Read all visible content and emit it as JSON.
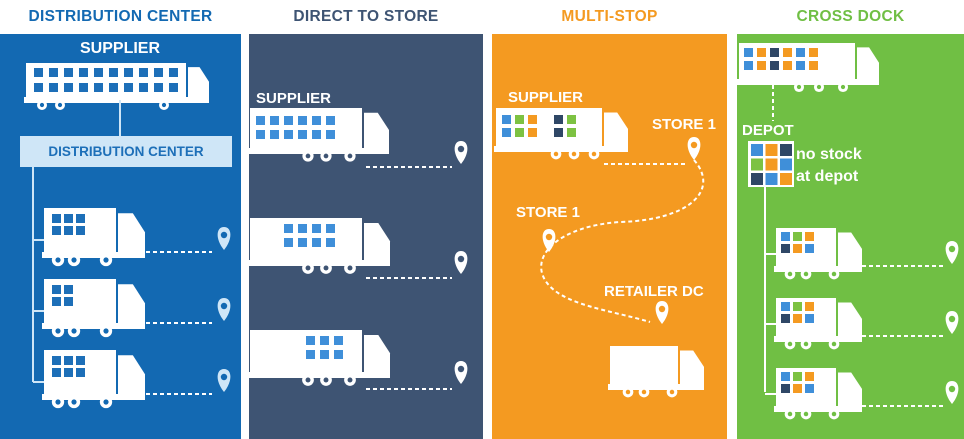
{
  "headers": [
    {
      "text": "DISTRIBUTION CENTER",
      "color": "#1369b2"
    },
    {
      "text": "DIRECT TO STORE",
      "color": "#3e5473"
    },
    {
      "text": "MULTI-STOP",
      "color": "#f49a21"
    },
    {
      "text": "CROSS DOCK",
      "color": "#70bf44"
    }
  ],
  "distribution_center": {
    "supplier_label": "SUPPLIER",
    "center_label": "DISTRIBUTION CENTER"
  },
  "direct_to_store": {
    "supplier_label": "SUPPLIER"
  },
  "multi_stop": {
    "supplier_label": "SUPPLIER",
    "store_top_label": "STORE 1",
    "store_mid_label": "STORE 1",
    "retailer_dc_label": "RETAILER DC"
  },
  "cross_dock": {
    "depot_label": "DEPOT",
    "note_line1": "no stock",
    "note_line2": "at depot"
  },
  "colors": {
    "blue": "#1369b2",
    "navy": "#3e5473",
    "orange": "#f49a21",
    "green": "#70bf44",
    "light_blue": "#cfe6f7",
    "box_blue": "#3f8fd9",
    "box_dark": "#2f4766",
    "box_green": "#7dc242",
    "box_orange": "#f49a21"
  }
}
